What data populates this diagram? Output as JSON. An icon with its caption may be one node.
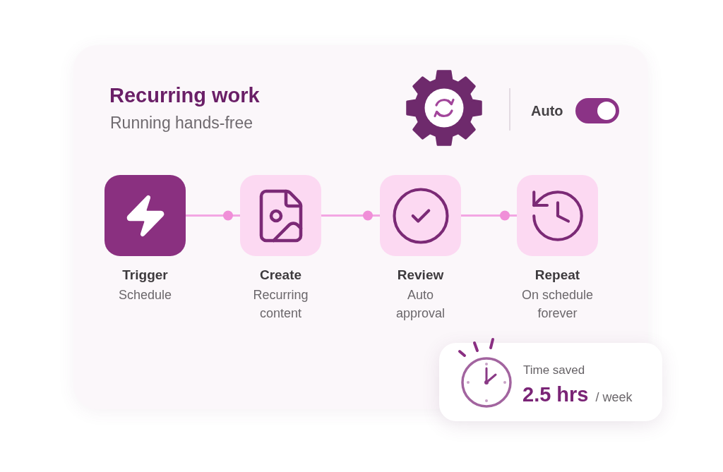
{
  "diagram": {
    "title": "Recurring work",
    "nodes": [
      {
        "text": [
          "Trigger",
          "Schedule"
        ]
      },
      {
        "text": [
          "Create",
          "Recurring content"
        ]
      },
      {
        "text": [
          "Review",
          "Auto approval"
        ]
      },
      {
        "text": [
          "Repeat",
          "On schedule forever"
        ]
      },
      {
        "text": [
          "Time saved",
          "2.5 hrs",
          "/ week"
        ]
      }
    ],
    "edges": [
      {
        "from": 0,
        "to": 1,
        "arrow": "other"
      },
      {
        "from": 1,
        "to": 2,
        "arrow": "other"
      },
      {
        "from": 2,
        "to": 3,
        "arrow": "other"
      }
    ],
    "labels": [
      "Running hands-free",
      "Auto"
    ]
  }
}
